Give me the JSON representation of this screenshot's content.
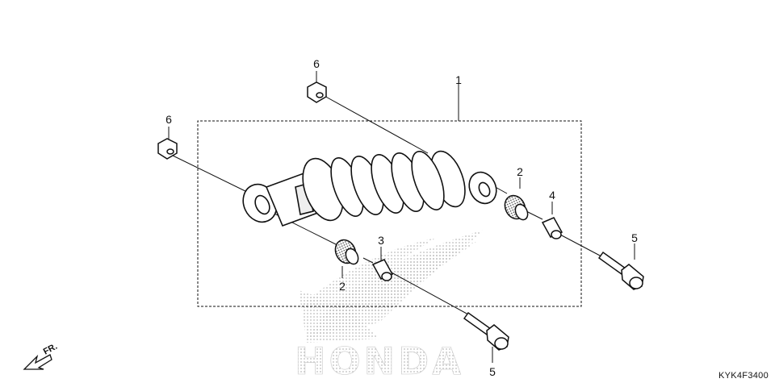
{
  "callouts": {
    "c1": "1",
    "c2a": "2",
    "c2b": "2",
    "c3": "3",
    "c4": "4",
    "c5a": "5",
    "c5b": "5",
    "c6a": "6",
    "c6b": "6"
  },
  "front_indicator": "FR.",
  "diagram_code": "KYK4F3400",
  "watermark": "HONDA",
  "colors": {
    "line": "#111111",
    "watermark": "#c8c8c8",
    "background": "#ffffff"
  }
}
